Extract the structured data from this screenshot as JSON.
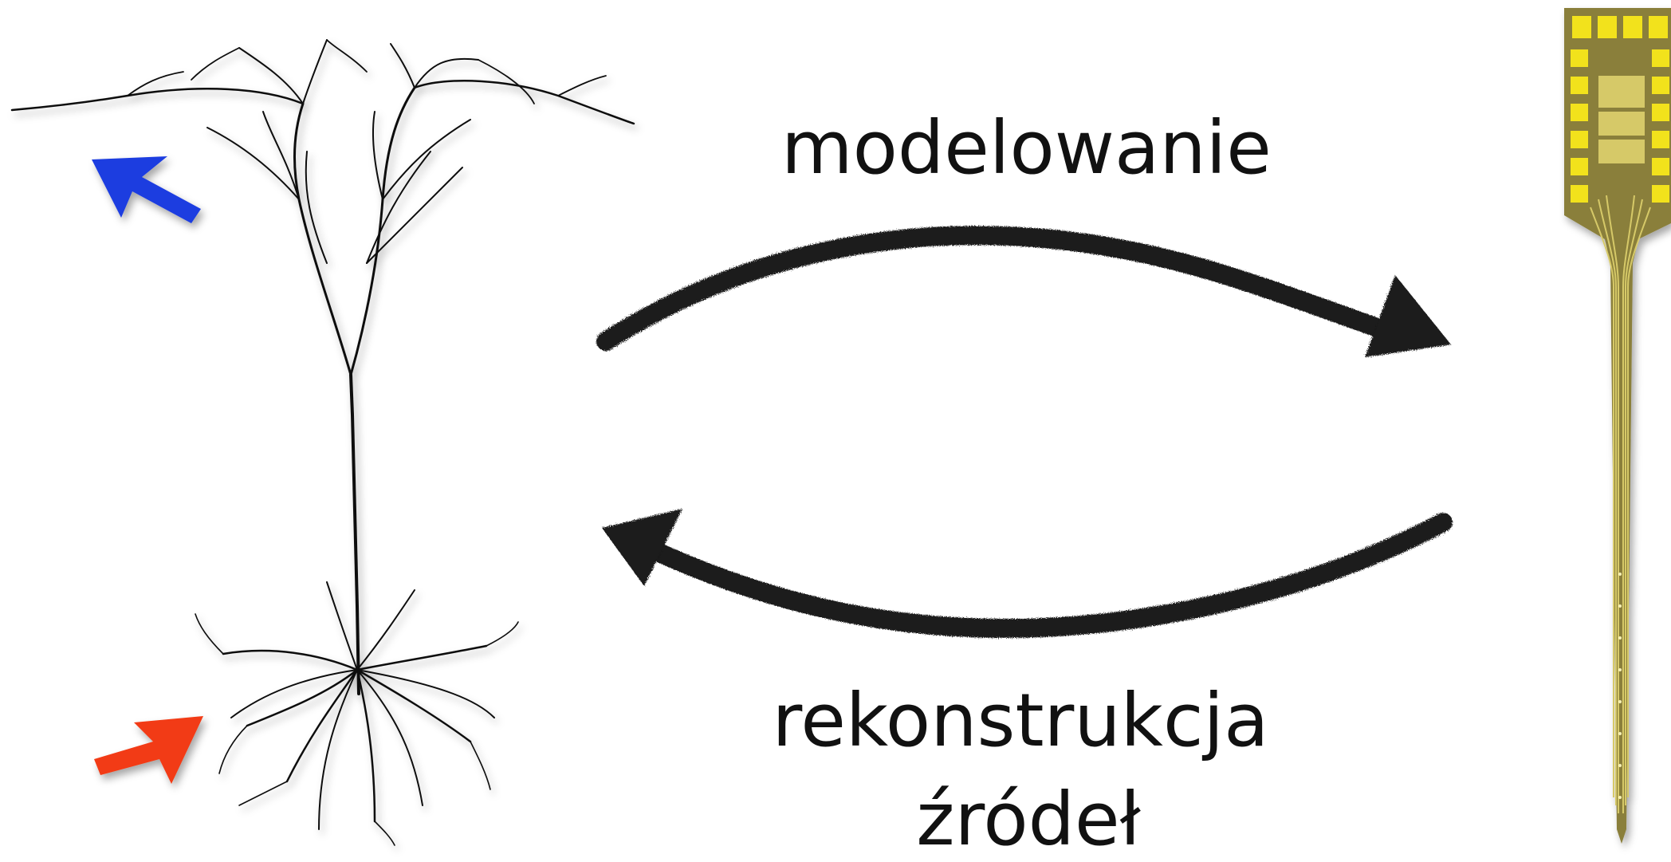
{
  "labels": {
    "forward": "modelowanie",
    "inverse_line1": "rekonstrukcja",
    "inverse_line2": "źródeł"
  },
  "colors": {
    "neuron": "#111111",
    "blue_arrow": "#1f3de0",
    "red_arrow": "#f23a12",
    "probe_body": "#8a7f3a",
    "probe_traces": "#d6c968",
    "probe_pads": "#f2e21a",
    "cycle_arrows": "#1a1a1a"
  },
  "icons": {
    "neuron": "pyramidal-neuron-drawing",
    "probe": "multi-electrode-probe",
    "input_arrow": "blue-arrow-icon",
    "output_arrow": "red-arrow-icon"
  }
}
